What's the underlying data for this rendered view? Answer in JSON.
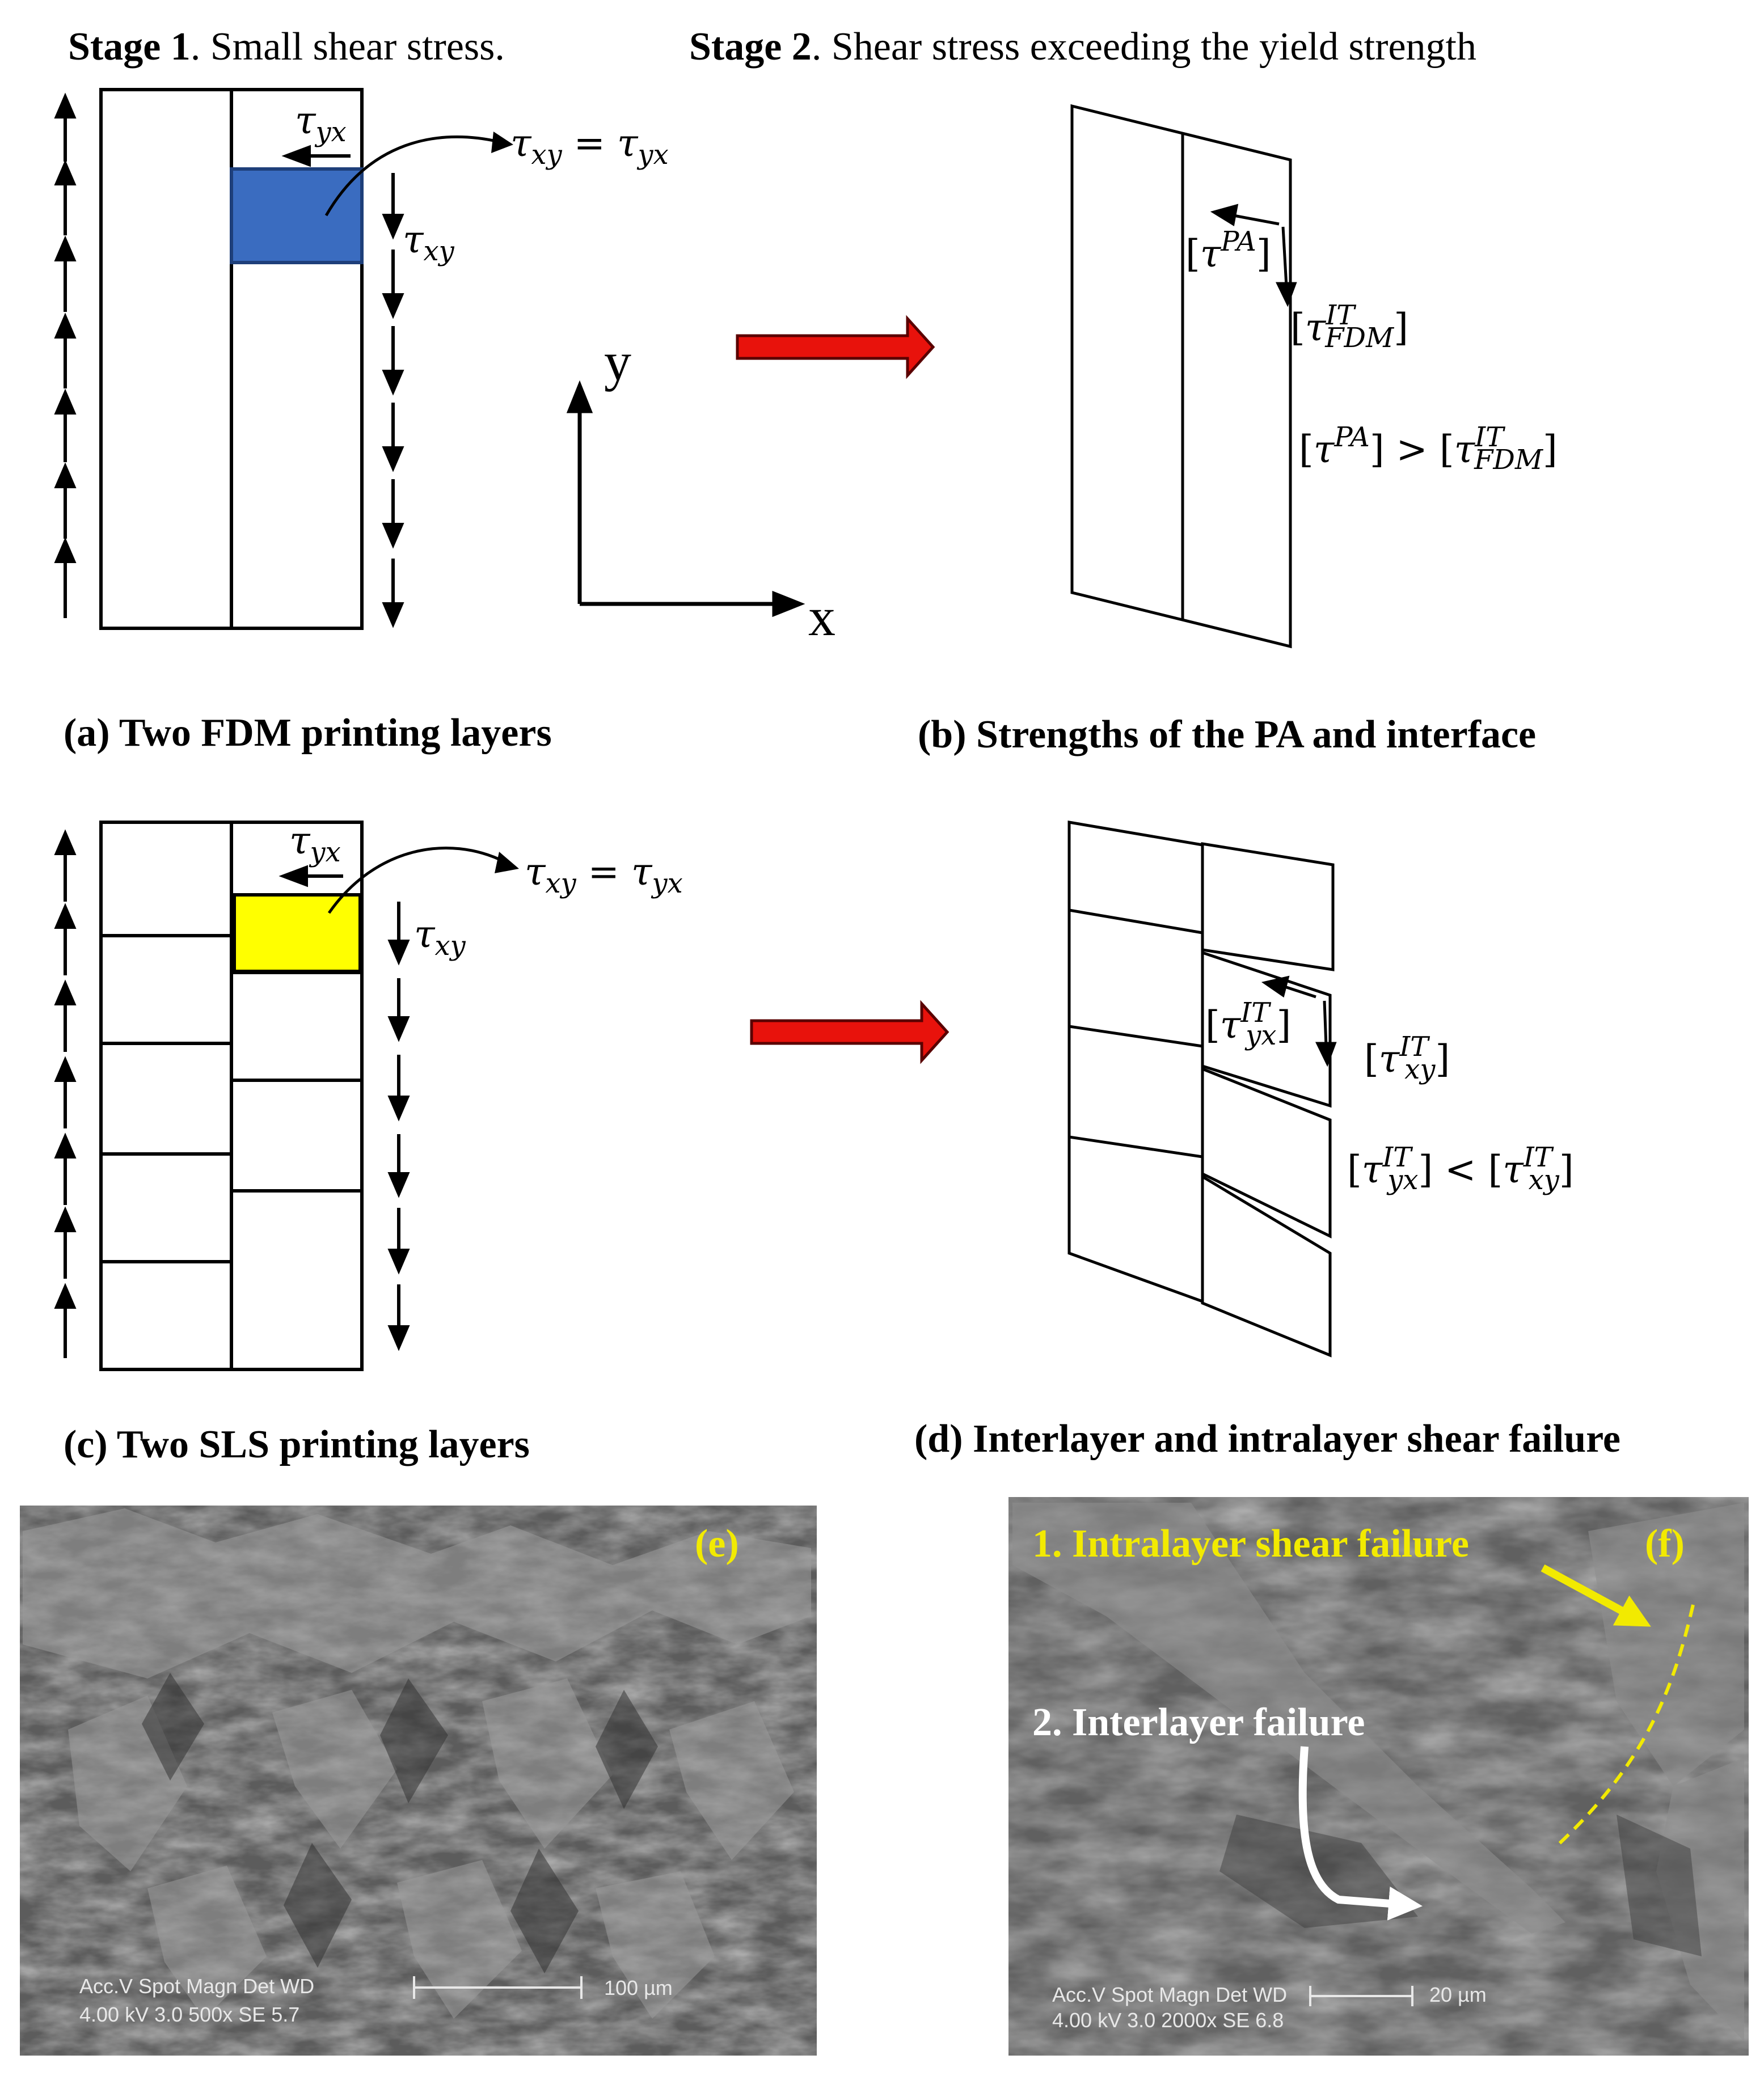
{
  "stage1": {
    "bold": "Stage 1",
    "rest": ". Small shear stress."
  },
  "stage2": {
    "bold": "Stage 2",
    "rest": ". Shear stress exceeding the yield strength"
  },
  "captions": {
    "a": "(a)  Two FDM printing layers",
    "b": "(b)  Strengths of the PA and interface",
    "c": "(c)  Two SLS printing layers",
    "d": "(d) Interlayer and intralayer shear failure"
  },
  "math": {
    "tau": "τ",
    "yx": "yx",
    "xy": "xy",
    "equals": " = ",
    "PA": "PA",
    "IT": "IT",
    "FDM": "FDM",
    "gt": " > ",
    "lt": " < ",
    "lbr": "[",
    "rbr": "]"
  },
  "axes": {
    "x": "x",
    "y": "y"
  },
  "colors": {
    "fdm_element": "#3a6cc0",
    "sls_element": "#ffff00",
    "arrow_red": "#e8120c",
    "sem_annot_yellow": "#f2ea00"
  },
  "sem_e": {
    "panel_label": "(e)",
    "hdr1": "Acc.V   Spot Magn     Det   WD",
    "val1": "4.00 kV 3.0    500x       SE    5.7",
    "scale": "100 µm"
  },
  "sem_f": {
    "panel_label": "(f)",
    "annot1": "1.   Intralayer shear failure",
    "annot2": "2.   Interlayer failure",
    "hdr1": "Acc.V   Spot Magn     Det   WD",
    "val1": "4.00 kV 3.0    2000x     SE    6.8",
    "scale": "20 µm"
  }
}
